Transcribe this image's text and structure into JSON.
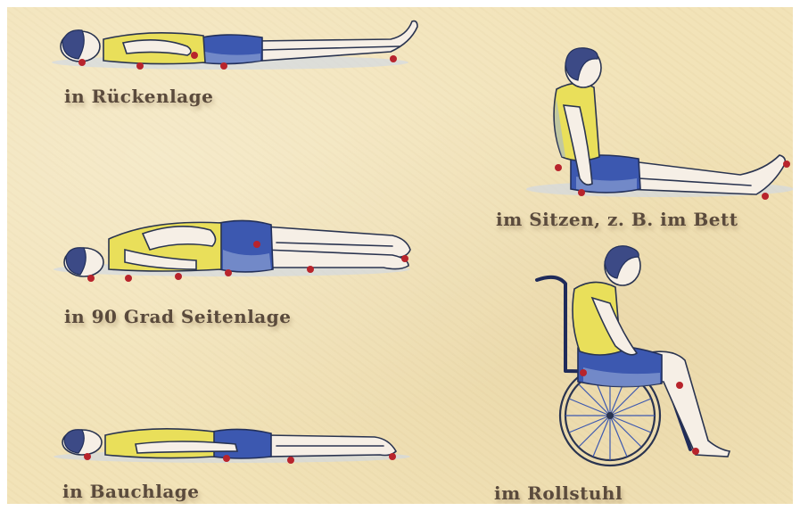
{
  "captions": {
    "supine": "in Rückenlage",
    "sitting_bed": "im Sitzen, z. B. im Bett",
    "side_90": "in 90 Grad Seitenlage",
    "wheelchair": "im Rollstuhl",
    "prone": "in Bauchlage"
  },
  "colors": {
    "background": "#f2e3b8",
    "text": "#5a4a3c",
    "pressure_point": "#b8242c",
    "shirt": "#e9df5a",
    "shorts": "#3c58b0"
  }
}
